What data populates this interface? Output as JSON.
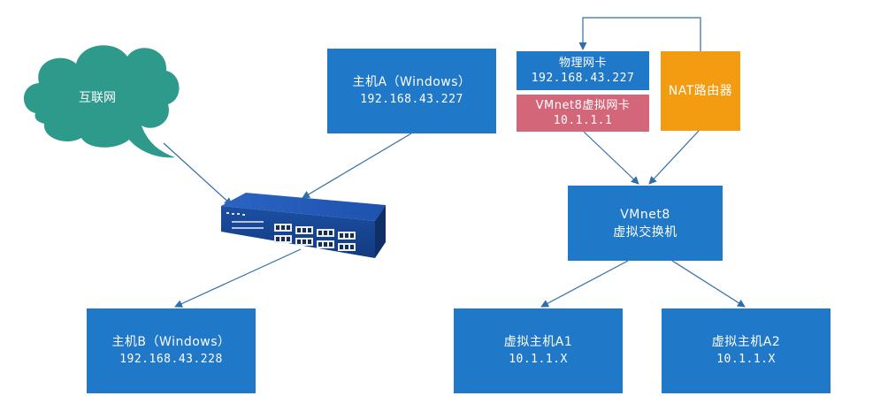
{
  "internet": {
    "label": "互联网"
  },
  "host_a": {
    "name": "主机A（Windows）",
    "ip": "192.168.43.227"
  },
  "host_b": {
    "name": "主机B（Windows）",
    "ip": "192.168.43.228"
  },
  "physical_nic": {
    "name": "物理网卡",
    "ip": "192.168.43.227"
  },
  "vmnet8_nic": {
    "name": "VMnet8虚拟网卡",
    "ip": "10.1.1.1"
  },
  "nat_router": {
    "label": "NAT路由器"
  },
  "vswitch": {
    "line1": "VMnet8",
    "line2": "虚拟交换机"
  },
  "vm_a1": {
    "name": "虚拟主机A1",
    "ip": "10.1.1.X"
  },
  "vm_a2": {
    "name": "虚拟主机A2",
    "ip": "10.1.1.X"
  },
  "colors": {
    "blue": "#1f78c8",
    "pink": "#d4667a",
    "orange": "#f39c12",
    "cloud": "#2e9a8c",
    "line": "#2f6fa8"
  },
  "icons": {
    "switch": "network-switch-icon",
    "cloud": "cloud-icon"
  }
}
